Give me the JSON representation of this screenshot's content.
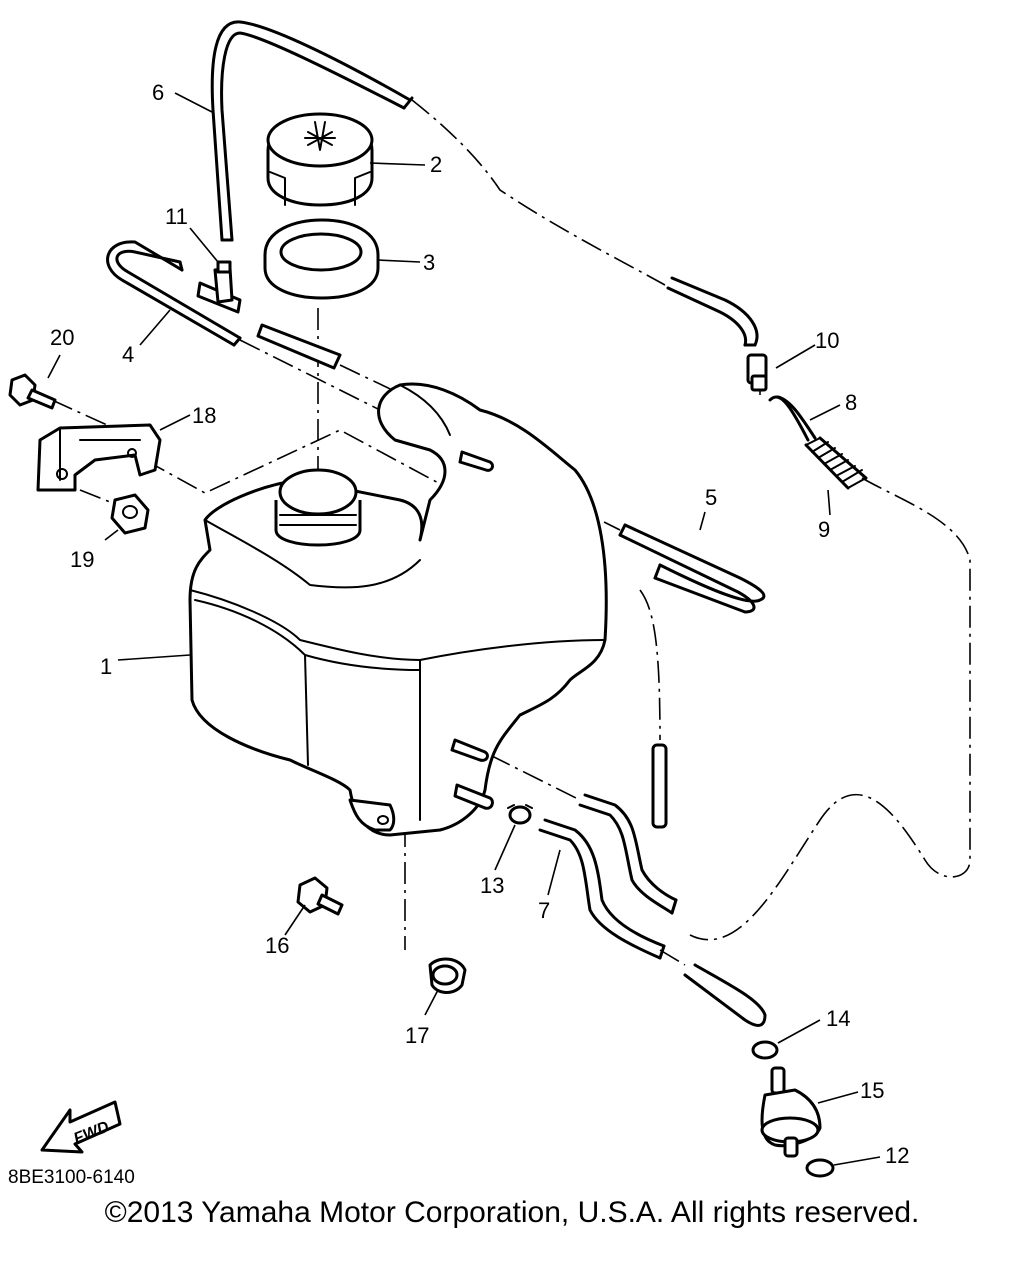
{
  "diagram_code": "8BE3100-6140",
  "fwd_label": "FWD",
  "copyright": "©2013 Yamaha Motor Corporation, U.S.A. All rights reserved.",
  "callouts": [
    "1",
    "2",
    "3",
    "4",
    "5",
    "6",
    "7",
    "8",
    "9",
    "10",
    "11",
    "12",
    "13",
    "14",
    "15",
    "16",
    "17",
    "18",
    "19",
    "20"
  ]
}
